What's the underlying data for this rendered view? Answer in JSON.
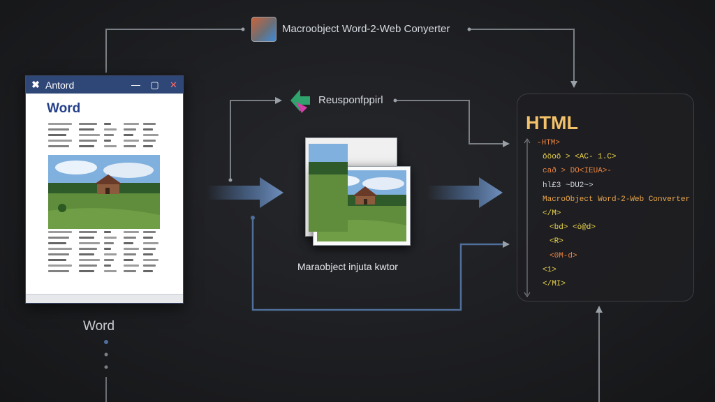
{
  "nodes": {
    "converter": {
      "label": "Macroobject Word-2-Web Conyerter"
    },
    "responsive": {
      "label": "Reusponfppirl"
    },
    "injector": {
      "label": "Maraobject injuta kwtor"
    },
    "word": {
      "label": "Word"
    }
  },
  "word_window": {
    "title": "Antord",
    "heading": "Word",
    "controls": {
      "minimize": "—",
      "maximize": "▢",
      "close": "✕"
    }
  },
  "html_panel": {
    "title": "HTML",
    "lines": [
      {
        "text": "-HTM>",
        "color": "#e8823f"
      },
      {
        "text": "ôöoô > <AC- 1.C>",
        "color": "#e8d24a"
      },
      {
        "text": "cað > DO<IEUA>-",
        "color": "#e8823f"
      },
      {
        "text": "hl£3 ~DU2~>",
        "color": "#cfd3da"
      },
      {
        "text": "MacroObject Word-2-Web Converter",
        "color": "#e8a44a"
      },
      {
        "text": "</M>",
        "color": "#e8d24a"
      },
      {
        "text": "<bd> <ò@d>",
        "color": "#e8d24a"
      },
      {
        "text": "<R>",
        "color": "#e8d24a"
      },
      {
        "text": "<0M-d>",
        "color": "#e8823f"
      },
      {
        "text": "<1>",
        "color": "#e8d24a"
      },
      {
        "text": "</MI>",
        "color": "#e8d24a"
      }
    ]
  },
  "colors": {
    "wire": "#8e949c",
    "arrow": "#4f6f9a",
    "word_blue": "#2f4777",
    "html_title": "#f2c169"
  }
}
